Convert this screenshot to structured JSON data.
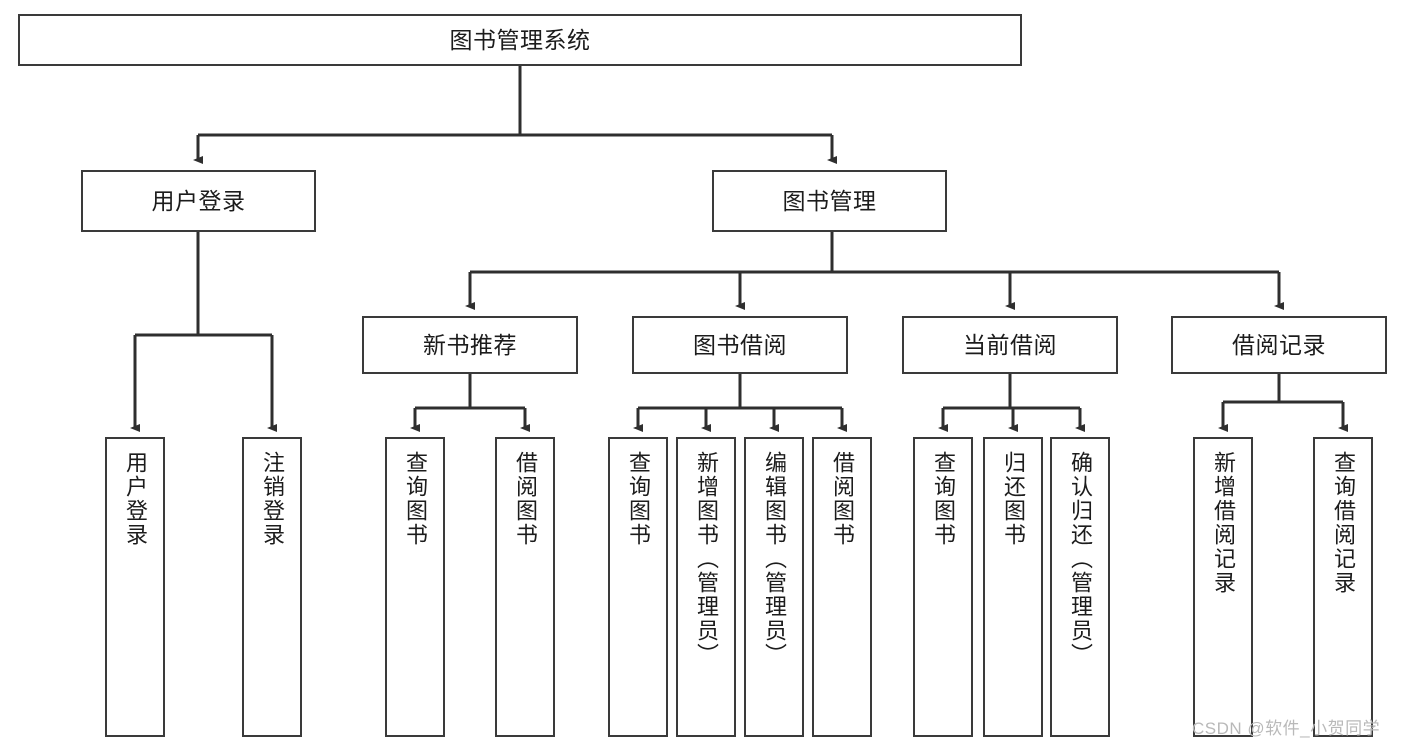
{
  "diagram": {
    "type": "tree",
    "title": "图书管理系统",
    "root": {
      "label": "图书管理系统"
    },
    "level2": [
      {
        "label": "用户登录"
      },
      {
        "label": "图书管理"
      }
    ],
    "level3": [
      {
        "label": "新书推荐"
      },
      {
        "label": "图书借阅"
      },
      {
        "label": "当前借阅"
      },
      {
        "label": "借阅记录"
      }
    ],
    "leaves": {
      "user_login": [
        {
          "label": "用户登录"
        },
        {
          "label": "注销登录"
        }
      ],
      "new_book_recommend": [
        {
          "label": "查询图书"
        },
        {
          "label": "借阅图书"
        }
      ],
      "book_borrow": [
        {
          "label": "查询图书"
        },
        {
          "label": "新增图书（管理员）"
        },
        {
          "label": "编辑图书（管理员）"
        },
        {
          "label": "借阅图书"
        }
      ],
      "current_borrow": [
        {
          "label": "查询图书"
        },
        {
          "label": "归还图书"
        },
        {
          "label": "确认归还（管理员）"
        }
      ],
      "borrow_record": [
        {
          "label": "新增借阅记录"
        },
        {
          "label": "查询借阅记录"
        }
      ]
    }
  },
  "watermark": {
    "text": "CSDN @软件_小贺同学"
  },
  "colors": {
    "box_border": "#3a3a3a",
    "edge": "#2f2f2f",
    "text": "#1c1c1c",
    "background": "#ffffff",
    "watermark": "#b9b9b9"
  }
}
